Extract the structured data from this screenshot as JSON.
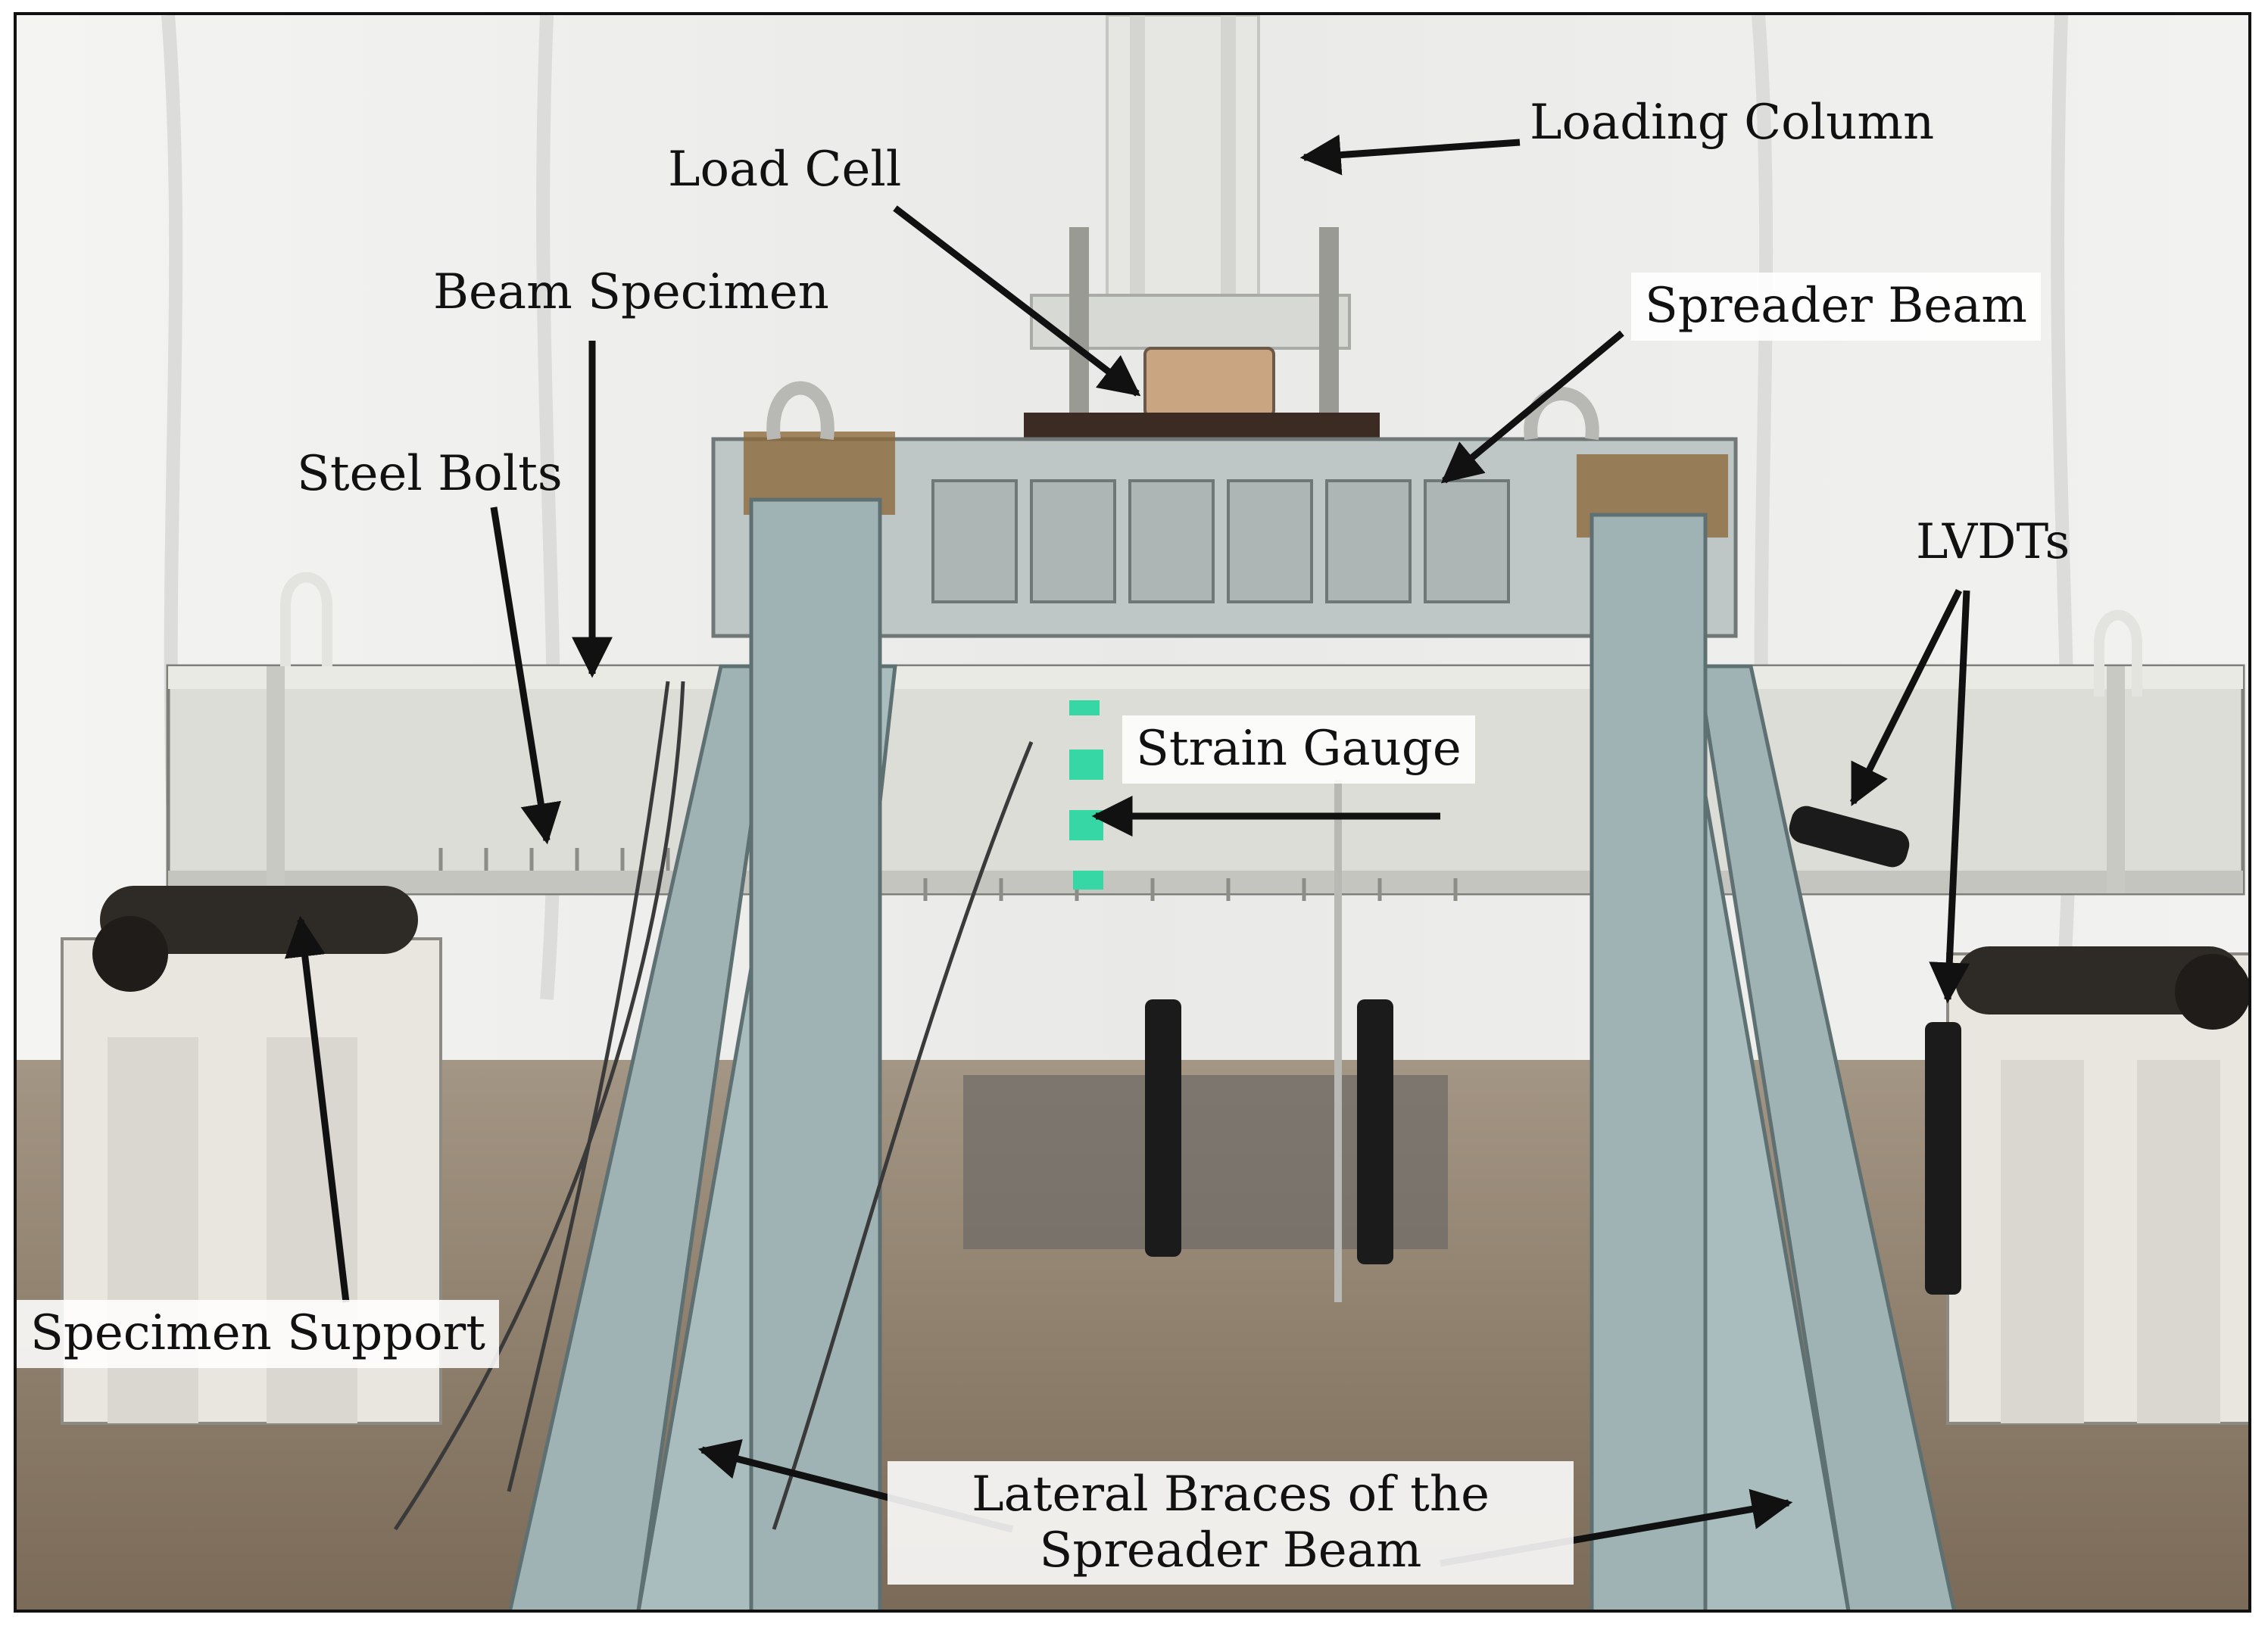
{
  "figure": {
    "labels": {
      "loading_column": "Loading Column",
      "load_cell": "Load Cell",
      "beam_specimen": "Beam Specimen",
      "spreader_beam": "Spreader Beam",
      "steel_bolts": "Steel Bolts",
      "lvdts": "LVDTs",
      "strain_gauge": "Strain Gauge",
      "specimen_support": "Specimen Support",
      "lateral_braces_line1": "Lateral Braces of the",
      "lateral_braces_line2": "Spreader Beam"
    }
  },
  "colors": {
    "backdrop": "#efefed",
    "brace_steel": "#9fb2b4",
    "beam_steel": "#d9dad3",
    "floor": "#8a7a66",
    "support": "#e8e6de",
    "roller": "#2e2a26",
    "arrow": "#111111",
    "strain_gauge_green": "#37d6a5"
  }
}
